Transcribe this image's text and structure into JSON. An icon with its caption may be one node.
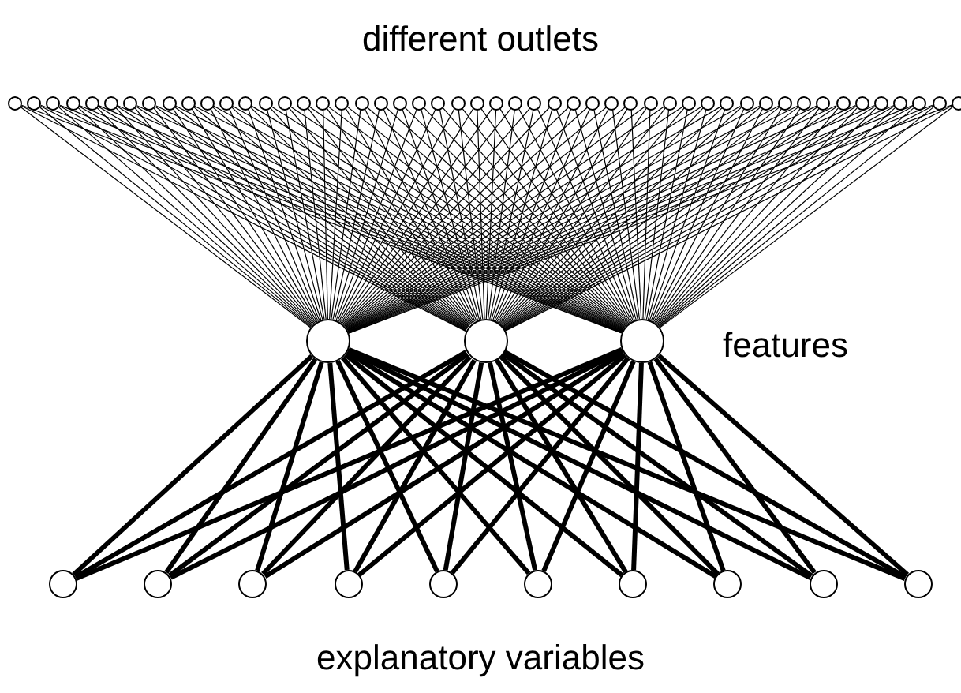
{
  "diagram": {
    "nodes": [
      {
        "text": [],
        "shape": "circle"
      },
      {
        "text": [],
        "shape": "circle"
      },
      {
        "text": [],
        "shape": "circle"
      },
      {
        "text": [],
        "shape": "circle"
      },
      {
        "text": [],
        "shape": "circle"
      },
      {
        "text": [],
        "shape": "circle"
      },
      {
        "text": [],
        "shape": "circle"
      },
      {
        "text": [],
        "shape": "circle"
      },
      {
        "text": [],
        "shape": "circle"
      },
      {
        "text": [],
        "shape": "circle"
      },
      {
        "text": [],
        "shape": "circle"
      },
      {
        "text": [],
        "shape": "circle"
      },
      {
        "text": [],
        "shape": "circle"
      },
      {
        "text": [],
        "shape": "circle"
      },
      {
        "text": [],
        "shape": "circle"
      },
      {
        "text": [],
        "shape": "circle"
      },
      {
        "text": [],
        "shape": "circle"
      },
      {
        "text": [],
        "shape": "circle"
      },
      {
        "text": [],
        "shape": "circle"
      },
      {
        "text": [],
        "shape": "circle"
      },
      {
        "text": [],
        "shape": "circle"
      },
      {
        "text": [],
        "shape": "circle"
      },
      {
        "text": [],
        "shape": "circle"
      },
      {
        "text": [],
        "shape": "circle"
      },
      {
        "text": [],
        "shape": "circle"
      },
      {
        "text": [],
        "shape": "circle"
      },
      {
        "text": [],
        "shape": "circle"
      },
      {
        "text": [],
        "shape": "circle"
      },
      {
        "text": [],
        "shape": "circle"
      },
      {
        "text": [],
        "shape": "circle"
      },
      {
        "text": [],
        "shape": "circle"
      },
      {
        "text": [],
        "shape": "circle"
      },
      {
        "text": [],
        "shape": "circle"
      },
      {
        "text": [],
        "shape": "circle"
      },
      {
        "text": [],
        "shape": "circle"
      },
      {
        "text": [],
        "shape": "circle"
      },
      {
        "text": [],
        "shape": "circle"
      },
      {
        "text": [],
        "shape": "circle"
      },
      {
        "text": [],
        "shape": "circle"
      },
      {
        "text": [],
        "shape": "circle"
      },
      {
        "text": [],
        "shape": "circle"
      },
      {
        "text": [],
        "shape": "circle"
      },
      {
        "text": [],
        "shape": "circle"
      },
      {
        "text": [],
        "shape": "circle"
      },
      {
        "text": [],
        "shape": "circle"
      },
      {
        "text": [],
        "shape": "circle"
      },
      {
        "text": [],
        "shape": "circle"
      },
      {
        "text": [],
        "shape": "circle"
      },
      {
        "text": [],
        "shape": "circle"
      },
      {
        "text": [],
        "shape": "circle"
      },
      {
        "text": [],
        "shape": "circle"
      },
      {
        "text": [],
        "shape": "circle"
      },
      {
        "text": [],
        "shape": "circle"
      },
      {
        "text": [],
        "shape": "circle"
      },
      {
        "text": [],
        "shape": "circle"
      },
      {
        "text": [],
        "shape": "circle"
      },
      {
        "text": [],
        "shape": "circle"
      },
      {
        "text": [],
        "shape": "circle"
      },
      {
        "text": [],
        "shape": "circle"
      },
      {
        "text": [],
        "shape": "circle"
      },
      {
        "text": [],
        "shape": "circle"
      },
      {
        "text": [],
        "shape": "circle"
      },
      {
        "text": [],
        "shape": "circle"
      }
    ],
    "edges": [
      {
        "from": 50,
        "to": 0,
        "arrow": "none"
      },
      {
        "from": 50,
        "to": 1,
        "arrow": "none"
      },
      {
        "from": 50,
        "to": 2,
        "arrow": "none"
      },
      {
        "from": 50,
        "to": 3,
        "arrow": "none"
      },
      {
        "from": 50,
        "to": 4,
        "arrow": "none"
      },
      {
        "from": 50,
        "to": 5,
        "arrow": "none"
      },
      {
        "from": 50,
        "to": 6,
        "arrow": "none"
      },
      {
        "from": 50,
        "to": 7,
        "arrow": "none"
      },
      {
        "from": 50,
        "to": 8,
        "arrow": "none"
      },
      {
        "from": 50,
        "to": 9,
        "arrow": "none"
      },
      {
        "from": 50,
        "to": 10,
        "arrow": "none"
      },
      {
        "from": 50,
        "to": 11,
        "arrow": "none"
      },
      {
        "from": 50,
        "to": 12,
        "arrow": "none"
      },
      {
        "from": 50,
        "to": 13,
        "arrow": "none"
      },
      {
        "from": 50,
        "to": 14,
        "arrow": "none"
      },
      {
        "from": 50,
        "to": 15,
        "arrow": "none"
      },
      {
        "from": 50,
        "to": 16,
        "arrow": "none"
      },
      {
        "from": 50,
        "to": 17,
        "arrow": "none"
      },
      {
        "from": 50,
        "to": 18,
        "arrow": "none"
      },
      {
        "from": 50,
        "to": 19,
        "arrow": "none"
      },
      {
        "from": 50,
        "to": 20,
        "arrow": "none"
      },
      {
        "from": 50,
        "to": 21,
        "arrow": "none"
      },
      {
        "from": 50,
        "to": 22,
        "arrow": "none"
      },
      {
        "from": 50,
        "to": 23,
        "arrow": "none"
      },
      {
        "from": 50,
        "to": 24,
        "arrow": "none"
      },
      {
        "from": 50,
        "to": 25,
        "arrow": "none"
      },
      {
        "from": 50,
        "to": 26,
        "arrow": "none"
      },
      {
        "from": 50,
        "to": 27,
        "arrow": "none"
      },
      {
        "from": 50,
        "to": 28,
        "arrow": "none"
      },
      {
        "from": 50,
        "to": 29,
        "arrow": "none"
      },
      {
        "from": 50,
        "to": 30,
        "arrow": "none"
      },
      {
        "from": 50,
        "to": 31,
        "arrow": "none"
      },
      {
        "from": 50,
        "to": 32,
        "arrow": "none"
      },
      {
        "from": 50,
        "to": 33,
        "arrow": "none"
      },
      {
        "from": 50,
        "to": 34,
        "arrow": "none"
      },
      {
        "from": 50,
        "to": 35,
        "arrow": "none"
      },
      {
        "from": 50,
        "to": 36,
        "arrow": "none"
      },
      {
        "from": 50,
        "to": 37,
        "arrow": "none"
      },
      {
        "from": 50,
        "to": 38,
        "arrow": "none"
      },
      {
        "from": 50,
        "to": 39,
        "arrow": "none"
      },
      {
        "from": 50,
        "to": 40,
        "arrow": "none"
      },
      {
        "from": 50,
        "to": 41,
        "arrow": "none"
      },
      {
        "from": 50,
        "to": 42,
        "arrow": "none"
      },
      {
        "from": 50,
        "to": 43,
        "arrow": "none"
      },
      {
        "from": 50,
        "to": 44,
        "arrow": "none"
      },
      {
        "from": 50,
        "to": 45,
        "arrow": "none"
      },
      {
        "from": 50,
        "to": 46,
        "arrow": "none"
      },
      {
        "from": 50,
        "to": 47,
        "arrow": "none"
      },
      {
        "from": 50,
        "to": 48,
        "arrow": "none"
      },
      {
        "from": 50,
        "to": 49,
        "arrow": "none"
      },
      {
        "from": 51,
        "to": 0,
        "arrow": "none"
      },
      {
        "from": 51,
        "to": 1,
        "arrow": "none"
      },
      {
        "from": 51,
        "to": 2,
        "arrow": "none"
      },
      {
        "from": 51,
        "to": 3,
        "arrow": "none"
      },
      {
        "from": 51,
        "to": 4,
        "arrow": "none"
      },
      {
        "from": 51,
        "to": 5,
        "arrow": "none"
      },
      {
        "from": 51,
        "to": 6,
        "arrow": "none"
      },
      {
        "from": 51,
        "to": 7,
        "arrow": "none"
      },
      {
        "from": 51,
        "to": 8,
        "arrow": "none"
      },
      {
        "from": 51,
        "to": 9,
        "arrow": "none"
      },
      {
        "from": 51,
        "to": 10,
        "arrow": "none"
      },
      {
        "from": 51,
        "to": 11,
        "arrow": "none"
      },
      {
        "from": 51,
        "to": 12,
        "arrow": "none"
      },
      {
        "from": 51,
        "to": 13,
        "arrow": "none"
      },
      {
        "from": 51,
        "to": 14,
        "arrow": "none"
      },
      {
        "from": 51,
        "to": 15,
        "arrow": "none"
      },
      {
        "from": 51,
        "to": 16,
        "arrow": "none"
      },
      {
        "from": 51,
        "to": 17,
        "arrow": "none"
      },
      {
        "from": 51,
        "to": 18,
        "arrow": "none"
      },
      {
        "from": 51,
        "to": 19,
        "arrow": "none"
      },
      {
        "from": 51,
        "to": 20,
        "arrow": "none"
      },
      {
        "from": 51,
        "to": 21,
        "arrow": "none"
      },
      {
        "from": 51,
        "to": 22,
        "arrow": "none"
      },
      {
        "from": 51,
        "to": 23,
        "arrow": "none"
      },
      {
        "from": 51,
        "to": 24,
        "arrow": "none"
      },
      {
        "from": 51,
        "to": 25,
        "arrow": "none"
      },
      {
        "from": 51,
        "to": 26,
        "arrow": "none"
      },
      {
        "from": 51,
        "to": 27,
        "arrow": "none"
      },
      {
        "from": 51,
        "to": 28,
        "arrow": "none"
      },
      {
        "from": 51,
        "to": 29,
        "arrow": "none"
      },
      {
        "from": 51,
        "to": 30,
        "arrow": "none"
      },
      {
        "from": 51,
        "to": 31,
        "arrow": "none"
      },
      {
        "from": 51,
        "to": 32,
        "arrow": "none"
      },
      {
        "from": 51,
        "to": 33,
        "arrow": "none"
      },
      {
        "from": 51,
        "to": 34,
        "arrow": "none"
      },
      {
        "from": 51,
        "to": 35,
        "arrow": "none"
      },
      {
        "from": 51,
        "to": 36,
        "arrow": "none"
      },
      {
        "from": 51,
        "to": 37,
        "arrow": "none"
      },
      {
        "from": 51,
        "to": 38,
        "arrow": "none"
      },
      {
        "from": 51,
        "to": 39,
        "arrow": "none"
      },
      {
        "from": 51,
        "to": 40,
        "arrow": "none"
      },
      {
        "from": 51,
        "to": 41,
        "arrow": "none"
      },
      {
        "from": 51,
        "to": 42,
        "arrow": "none"
      },
      {
        "from": 51,
        "to": 43,
        "arrow": "none"
      },
      {
        "from": 51,
        "to": 44,
        "arrow": "none"
      },
      {
        "from": 51,
        "to": 45,
        "arrow": "none"
      },
      {
        "from": 51,
        "to": 46,
        "arrow": "none"
      },
      {
        "from": 51,
        "to": 47,
        "arrow": "none"
      },
      {
        "from": 51,
        "to": 48,
        "arrow": "none"
      },
      {
        "from": 51,
        "to": 49,
        "arrow": "none"
      },
      {
        "from": 52,
        "to": 0,
        "arrow": "none"
      },
      {
        "from": 52,
        "to": 1,
        "arrow": "none"
      },
      {
        "from": 52,
        "to": 2,
        "arrow": "none"
      },
      {
        "from": 52,
        "to": 3,
        "arrow": "none"
      },
      {
        "from": 52,
        "to": 4,
        "arrow": "none"
      },
      {
        "from": 52,
        "to": 5,
        "arrow": "none"
      },
      {
        "from": 52,
        "to": 6,
        "arrow": "none"
      },
      {
        "from": 52,
        "to": 7,
        "arrow": "none"
      },
      {
        "from": 52,
        "to": 8,
        "arrow": "none"
      },
      {
        "from": 52,
        "to": 9,
        "arrow": "none"
      },
      {
        "from": 52,
        "to": 10,
        "arrow": "none"
      },
      {
        "from": 52,
        "to": 11,
        "arrow": "none"
      },
      {
        "from": 52,
        "to": 12,
        "arrow": "none"
      },
      {
        "from": 52,
        "to": 13,
        "arrow": "none"
      },
      {
        "from": 52,
        "to": 14,
        "arrow": "none"
      },
      {
        "from": 52,
        "to": 15,
        "arrow": "none"
      },
      {
        "from": 52,
        "to": 16,
        "arrow": "none"
      },
      {
        "from": 52,
        "to": 17,
        "arrow": "none"
      },
      {
        "from": 52,
        "to": 18,
        "arrow": "none"
      },
      {
        "from": 52,
        "to": 19,
        "arrow": "none"
      },
      {
        "from": 52,
        "to": 20,
        "arrow": "none"
      },
      {
        "from": 52,
        "to": 21,
        "arrow": "none"
      },
      {
        "from": 52,
        "to": 22,
        "arrow": "none"
      },
      {
        "from": 52,
        "to": 23,
        "arrow": "none"
      },
      {
        "from": 52,
        "to": 24,
        "arrow": "none"
      },
      {
        "from": 52,
        "to": 25,
        "arrow": "none"
      },
      {
        "from": 52,
        "to": 26,
        "arrow": "none"
      },
      {
        "from": 52,
        "to": 27,
        "arrow": "none"
      },
      {
        "from": 52,
        "to": 28,
        "arrow": "none"
      },
      {
        "from": 52,
        "to": 29,
        "arrow": "none"
      },
      {
        "from": 52,
        "to": 30,
        "arrow": "none"
      },
      {
        "from": 52,
        "to": 31,
        "arrow": "none"
      },
      {
        "from": 52,
        "to": 32,
        "arrow": "none"
      },
      {
        "from": 52,
        "to": 33,
        "arrow": "none"
      },
      {
        "from": 52,
        "to": 34,
        "arrow": "none"
      },
      {
        "from": 52,
        "to": 35,
        "arrow": "none"
      },
      {
        "from": 52,
        "to": 36,
        "arrow": "none"
      },
      {
        "from": 52,
        "to": 37,
        "arrow": "none"
      },
      {
        "from": 52,
        "to": 38,
        "arrow": "none"
      },
      {
        "from": 52,
        "to": 39,
        "arrow": "none"
      },
      {
        "from": 52,
        "to": 40,
        "arrow": "none"
      },
      {
        "from": 52,
        "to": 41,
        "arrow": "none"
      },
      {
        "from": 52,
        "to": 42,
        "arrow": "none"
      },
      {
        "from": 52,
        "to": 43,
        "arrow": "none"
      },
      {
        "from": 52,
        "to": 44,
        "arrow": "none"
      },
      {
        "from": 52,
        "to": 45,
        "arrow": "none"
      },
      {
        "from": 52,
        "to": 46,
        "arrow": "none"
      },
      {
        "from": 52,
        "to": 47,
        "arrow": "none"
      },
      {
        "from": 52,
        "to": 48,
        "arrow": "none"
      },
      {
        "from": 52,
        "to": 49,
        "arrow": "none"
      },
      {
        "from": 53,
        "to": 50,
        "arrow": "none",
        "style": "thick"
      },
      {
        "from": 53,
        "to": 51,
        "arrow": "none",
        "style": "thick"
      },
      {
        "from": 53,
        "to": 52,
        "arrow": "none",
        "style": "thick"
      },
      {
        "from": 54,
        "to": 50,
        "arrow": "none",
        "style": "thick"
      },
      {
        "from": 54,
        "to": 51,
        "arrow": "none",
        "style": "thick"
      },
      {
        "from": 54,
        "to": 52,
        "arrow": "none",
        "style": "thick"
      },
      {
        "from": 55,
        "to": 50,
        "arrow": "none",
        "style": "thick"
      },
      {
        "from": 55,
        "to": 51,
        "arrow": "none",
        "style": "thick"
      },
      {
        "from": 55,
        "to": 52,
        "arrow": "none",
        "style": "thick"
      },
      {
        "from": 56,
        "to": 50,
        "arrow": "none",
        "style": "thick"
      },
      {
        "from": 56,
        "to": 51,
        "arrow": "none",
        "style": "thick"
      },
      {
        "from": 56,
        "to": 52,
        "arrow": "none",
        "style": "thick"
      },
      {
        "from": 57,
        "to": 50,
        "arrow": "none",
        "style": "thick"
      },
      {
        "from": 57,
        "to": 51,
        "arrow": "none",
        "style": "thick"
      },
      {
        "from": 57,
        "to": 52,
        "arrow": "none",
        "style": "thick"
      },
      {
        "from": 58,
        "to": 50,
        "arrow": "none",
        "style": "thick"
      },
      {
        "from": 58,
        "to": 51,
        "arrow": "none",
        "style": "thick"
      },
      {
        "from": 58,
        "to": 52,
        "arrow": "none",
        "style": "thick"
      },
      {
        "from": 59,
        "to": 50,
        "arrow": "none",
        "style": "thick"
      },
      {
        "from": 59,
        "to": 51,
        "arrow": "none",
        "style": "thick"
      },
      {
        "from": 59,
        "to": 52,
        "arrow": "none",
        "style": "thick"
      },
      {
        "from": 60,
        "to": 50,
        "arrow": "none",
        "style": "thick"
      },
      {
        "from": 60,
        "to": 51,
        "arrow": "none",
        "style": "thick"
      },
      {
        "from": 60,
        "to": 52,
        "arrow": "none",
        "style": "thick"
      },
      {
        "from": 61,
        "to": 50,
        "arrow": "none",
        "style": "thick"
      },
      {
        "from": 61,
        "to": 51,
        "arrow": "none",
        "style": "thick"
      },
      {
        "from": 61,
        "to": 52,
        "arrow": "none",
        "style": "thick"
      },
      {
        "from": 62,
        "to": 50,
        "arrow": "none",
        "style": "thick"
      },
      {
        "from": 62,
        "to": 51,
        "arrow": "none",
        "style": "thick"
      },
      {
        "from": 62,
        "to": 52,
        "arrow": "none",
        "style": "thick"
      }
    ],
    "labels": [
      "different outlets",
      "features",
      "explanatory variables"
    ]
  }
}
